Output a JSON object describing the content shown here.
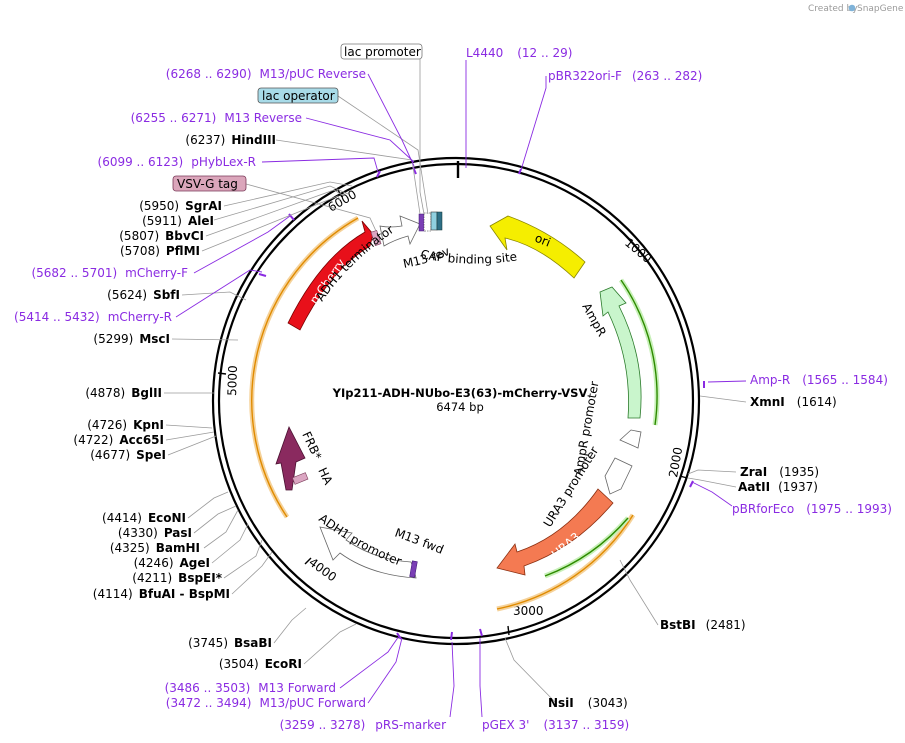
{
  "watermark": {
    "prefix": "Created by",
    "app": "SnapGene"
  },
  "plasmid": {
    "name": "YIp211-ADH-NUbo-E3(63)-mCherry-VSV",
    "length": "6474 bp"
  },
  "ticks": [
    "1000",
    "2000",
    "3000",
    "4000",
    "5000",
    "6000"
  ],
  "features": {
    "mcherry": "mCherry",
    "ori": "ori",
    "ampr": "AmpR",
    "ampr_promoter": "AmpR promoter",
    "ura3": "URA3",
    "ura3_promoter": "URA3 promoter",
    "adh1_promoter": "ADH1 promoter",
    "adh1_terminator": "ADH1 terminator",
    "m13_rev": "M13 rev",
    "m13_fwd": "M13 fwd",
    "cap": "CAP binding site",
    "frb": "FRB*",
    "ha": "HA",
    "lac_promoter": "lac promoter",
    "lac_operator": "lac operator",
    "vsvg": "VSV-G tag"
  },
  "sites": [
    {
      "pos": "(6237)",
      "name": "HindIII"
    },
    {
      "pos": "(5950)",
      "name": "SgrAI"
    },
    {
      "pos": "(5911)",
      "name": "AleI"
    },
    {
      "pos": "(5807)",
      "name": "BbvCI"
    },
    {
      "pos": "(5708)",
      "name": "PflMI"
    },
    {
      "pos": "(5624)",
      "name": "SbfI"
    },
    {
      "pos": "(5299)",
      "name": "MscI"
    },
    {
      "pos": "(4878)",
      "name": "BglII"
    },
    {
      "pos": "(4726)",
      "name": "KpnI"
    },
    {
      "pos": "(4722)",
      "name": "Acc65I"
    },
    {
      "pos": "(4677)",
      "name": "SpeI"
    },
    {
      "pos": "(4414)",
      "name": "EcoNI"
    },
    {
      "pos": "(4330)",
      "name": "PasI"
    },
    {
      "pos": "(4325)",
      "name": "BamHI"
    },
    {
      "pos": "(4246)",
      "name": "AgeI"
    },
    {
      "pos": "(4211)",
      "name": "BspEI*"
    },
    {
      "pos": "(4114)",
      "name": "BfuAI - BspMI"
    },
    {
      "pos": "(3745)",
      "name": "BsaBI"
    },
    {
      "pos": "(3504)",
      "name": "EcoRI"
    },
    {
      "name": "XmnI",
      "pos": "(1614)"
    },
    {
      "name": "ZraI",
      "pos": "(1935)"
    },
    {
      "name": "AatII",
      "pos": "(1937)"
    },
    {
      "name": "BstBI",
      "pos": "(2481)"
    },
    {
      "name": "NsiI",
      "pos": "(3043)"
    }
  ],
  "primers": [
    {
      "range": "(6268 .. 6290)",
      "name": "M13/pUC Reverse"
    },
    {
      "range": "(6255 .. 6271)",
      "name": "M13 Reverse"
    },
    {
      "range": "(6099 .. 6123)",
      "name": "pHybLex-R"
    },
    {
      "range": "(5682 .. 5701)",
      "name": "mCherry-F"
    },
    {
      "range": "(5414 .. 5432)",
      "name": "mCherry-R"
    },
    {
      "name": "L4440",
      "range": "(12 .. 29)"
    },
    {
      "name": "pBR322ori-F",
      "range": "(263 .. 282)"
    },
    {
      "name": "Amp-R",
      "range": "(1565 .. 1584)"
    },
    {
      "name": "pBRforEco",
      "range": "(1975 .. 1993)"
    },
    {
      "range": "(3486 .. 3503)",
      "name": "M13 Forward"
    },
    {
      "range": "(3472 .. 3494)",
      "name": "M13/pUC Forward"
    },
    {
      "range": "(3259 .. 3278)",
      "name": "pRS-marker"
    },
    {
      "name": "pGEX 3'",
      "range": "(3137 .. 3159)"
    }
  ]
}
